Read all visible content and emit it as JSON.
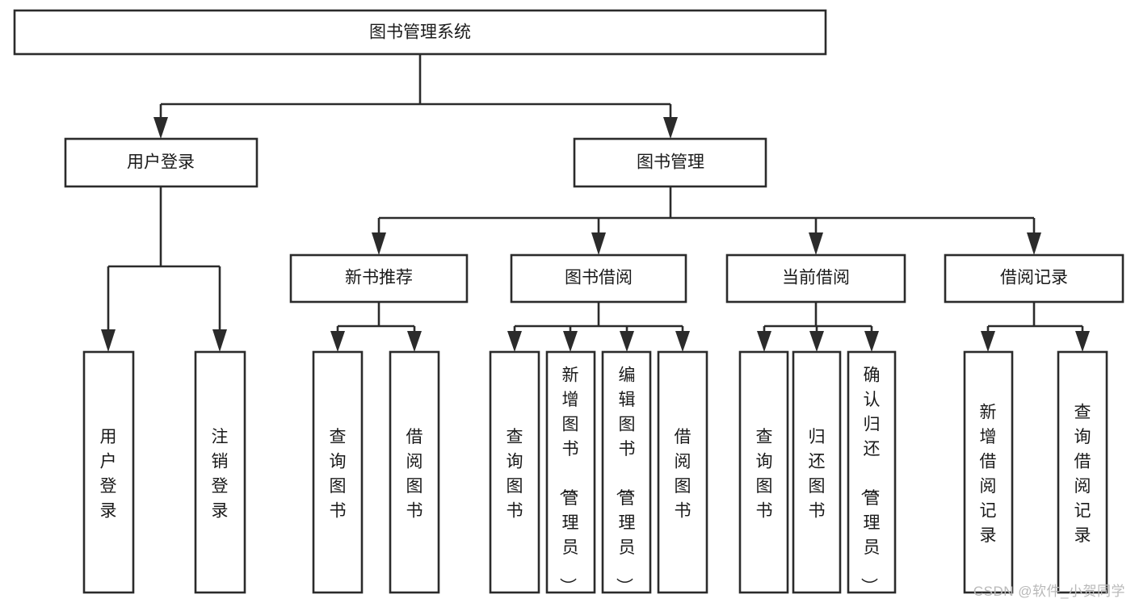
{
  "diagram": {
    "title": "图书管理系统",
    "type": "tree",
    "orientation": "top-down",
    "colors": {
      "box_fill": "#ffffff",
      "box_stroke": "#2b2b2b",
      "text": "#1a1a1a",
      "watermark": "#b9b9b9",
      "background": "#ffffff"
    },
    "levels": {
      "root": {
        "label": "图书管理系统"
      },
      "level2": [
        {
          "id": "user-login",
          "label": "用户登录"
        },
        {
          "id": "book-management",
          "label": "图书管理"
        }
      ],
      "level3": [
        {
          "id": "new-book-recommend",
          "label": "新书推荐",
          "parent": "book-management"
        },
        {
          "id": "book-borrow",
          "label": "图书借阅",
          "parent": "book-management"
        },
        {
          "id": "current-borrow",
          "label": "当前借阅",
          "parent": "book-management"
        },
        {
          "id": "borrow-record",
          "label": "借阅记录",
          "parent": "book-management"
        }
      ],
      "leaves": [
        {
          "id": "leaf-user-login",
          "label": "用户登录",
          "parent": "user-login"
        },
        {
          "id": "leaf-logout",
          "label": "注销登录",
          "parent": "user-login"
        },
        {
          "id": "leaf-query-book-1",
          "label": "查询图书",
          "parent": "new-book-recommend"
        },
        {
          "id": "leaf-borrow-book-1",
          "label": "借阅图书",
          "parent": "new-book-recommend"
        },
        {
          "id": "leaf-query-book-2",
          "label": "查询图书",
          "parent": "book-borrow"
        },
        {
          "id": "leaf-add-book",
          "label": "新增图书（管理员）",
          "parent": "book-borrow"
        },
        {
          "id": "leaf-edit-book",
          "label": "编辑图书（管理员）",
          "parent": "book-borrow"
        },
        {
          "id": "leaf-borrow-book-2",
          "label": "借阅图书",
          "parent": "book-borrow"
        },
        {
          "id": "leaf-query-book-3",
          "label": "查询图书",
          "parent": "current-borrow"
        },
        {
          "id": "leaf-return-book",
          "label": "归还图书",
          "parent": "current-borrow"
        },
        {
          "id": "leaf-confirm-return",
          "label": "确认归还（管理员）",
          "parent": "current-borrow"
        },
        {
          "id": "leaf-add-record",
          "label": "新增借阅记录",
          "parent": "borrow-record"
        },
        {
          "id": "leaf-query-record",
          "label": "查询借阅记录",
          "parent": "borrow-record"
        }
      ]
    }
  },
  "watermark": {
    "text": "CSDN @软件_小贺同学"
  }
}
